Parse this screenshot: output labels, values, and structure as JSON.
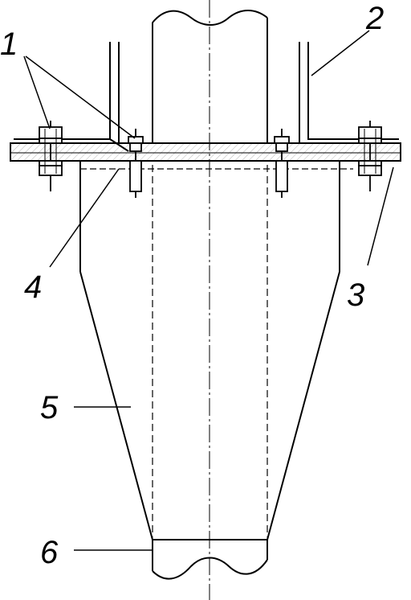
{
  "diagram": {
    "callouts": [
      {
        "id": "1",
        "text": "1"
      },
      {
        "id": "2",
        "text": "2"
      },
      {
        "id": "3",
        "text": "3"
      },
      {
        "id": "4",
        "text": "4"
      },
      {
        "id": "5",
        "text": "5"
      },
      {
        "id": "6",
        "text": "6"
      }
    ],
    "colors": {
      "line": "#000000",
      "background": "#ffffff"
    }
  }
}
